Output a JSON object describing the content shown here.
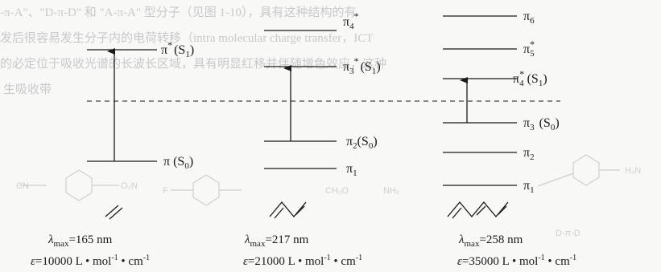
{
  "background_text": {
    "row1": "-π-A\"、\"D-π-D\" 和 \"A-π-A\" 型分子（见图 1-10），具有这种结构的有",
    "row2": "发后很容易发生分子内的电荷转移（intra molecular charge transfer，ICT",
    "row3": "的必定位于吸收光谱的长波长区域，具有明显红移并伴随增色效应，这种",
    "row4": "生吸收带",
    "mol1_subst": "O₂N",
    "mol1_end": "CN",
    "mol2_subst": "CH₃O",
    "mol2_end": "F",
    "mol2_amine": "NH₂",
    "mol3_amine": "H₂N",
    "faint_right": "D-π-D"
  },
  "colors": {
    "ink": "#1a1a1a",
    "ghost": "#c9c9c9",
    "background": "#f8f8f7"
  },
  "diagram1": {
    "level_ground": {
      "sym": "π",
      "state": "(S",
      "state_sub": "0",
      "close": ")"
    },
    "level_excited": {
      "sym": "π",
      "star": "*",
      "state": "(S",
      "state_sub": "1",
      "close": ")"
    },
    "lambda": {
      "symbol": "λ",
      "sub": "max",
      "value": "=165 nm"
    },
    "epsilon": {
      "symbol": "ε",
      "value": "=10000 L • mol",
      "exp1": "-1",
      "mid": " • cm",
      "exp2": "-1"
    }
  },
  "diagram2": {
    "pi4": {
      "sym": "π",
      "sub": "4",
      "star": "*"
    },
    "pi3": {
      "sym": "π",
      "sub": "3",
      "star": "*",
      "state": "(S",
      "state_sub": "1",
      "close": ")"
    },
    "pi2": {
      "sym": "π",
      "sub": "2",
      "state": "(S",
      "state_sub": "0",
      "close": ")"
    },
    "pi1": {
      "sym": "π",
      "sub": "1"
    },
    "lambda": {
      "symbol": "λ",
      "sub": "max",
      "value": "=217 nm"
    },
    "epsilon": {
      "symbol": "ε",
      "value": "=21000 L • mol",
      "exp1": "-1",
      "mid": " • cm",
      "exp2": "-1"
    }
  },
  "diagram3": {
    "pi6": {
      "sym": "π",
      "sub": "6"
    },
    "pi5": {
      "sym": "π",
      "sub": "5",
      "star": "*"
    },
    "pi4": {
      "sym": "π",
      "sub": "4",
      "star": "*",
      "state": "(S",
      "state_sub": "1",
      "close": ")"
    },
    "pi3": {
      "sym": "π",
      "sub": "3",
      "state": "(S",
      "state_sub": "0",
      "close": ")"
    },
    "pi2": {
      "sym": "π",
      "sub": "2"
    },
    "pi1": {
      "sym": "π",
      "sub": "1"
    },
    "lambda": {
      "symbol": "λ",
      "sub": "max",
      "value": "=258 nm"
    },
    "epsilon": {
      "symbol": "ε",
      "value": "=35000 L • mol",
      "exp1": "-1",
      "mid": " • cm",
      "exp2": "-1"
    }
  }
}
